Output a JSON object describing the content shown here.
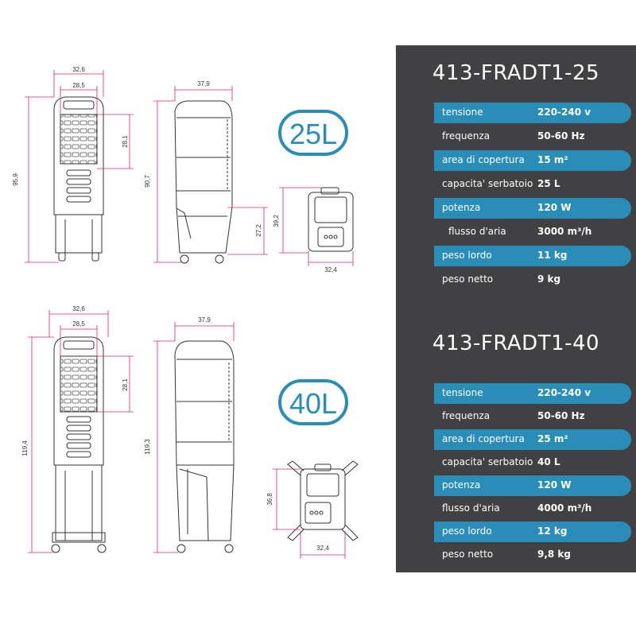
{
  "drawings": {
    "model25": {
      "capacity_badge": "25L",
      "front_width_outer": "32,6",
      "front_width_inner": "28,5",
      "front_grille_height": "28,1",
      "front_total_height": "95,9",
      "side_depth": "37,9",
      "side_height": "90,7",
      "side_base_height": "27,2",
      "top_height": "39,2",
      "top_width": "32,4"
    },
    "model40": {
      "capacity_badge": "40L",
      "front_width_outer": "32,6",
      "front_width_inner": "28,5",
      "front_grille_height": "28,1",
      "front_total_height": "119,4",
      "side_depth": "37,9",
      "side_height": "119,3",
      "top_height": "36,8",
      "top_width": "32,4"
    }
  },
  "specs": [
    {
      "model": "413-FRADT1-25",
      "rows": [
        {
          "label": "tensione",
          "value": "220-240 v"
        },
        {
          "label": "frequenza",
          "value": "50-60 Hz"
        },
        {
          "label": "area di copertura",
          "value": "15 m²"
        },
        {
          "label": "capacita' serbatoio",
          "value": "25 L"
        },
        {
          "label": "potenza",
          "value": "120 W"
        },
        {
          "label": "flusso d'aria",
          "value": "3000 m³/h"
        },
        {
          "label": "peso lordo",
          "value": "11 kg"
        },
        {
          "label": "peso netto",
          "value": "9 kg"
        }
      ]
    },
    {
      "model": "413-FRADT1-40",
      "rows": [
        {
          "label": "tensione",
          "value": "220-240 v"
        },
        {
          "label": "frequenza",
          "value": "50-60 Hz"
        },
        {
          "label": "area di copertura",
          "value": "25 m²"
        },
        {
          "label": "capacita' serbatoio",
          "value": "40 L"
        },
        {
          "label": "potenza",
          "value": "120 W"
        },
        {
          "label": "flusso d'aria",
          "value": "4000 m³/h"
        },
        {
          "label": "peso lordo",
          "value": "12 kg"
        },
        {
          "label": "peso netto",
          "value": "9,8 kg"
        }
      ]
    }
  ],
  "colors": {
    "panel_bg": "#414042",
    "accent": "#2a8db8",
    "dim_line": "#e0245e",
    "drawing_line": "#333333"
  }
}
